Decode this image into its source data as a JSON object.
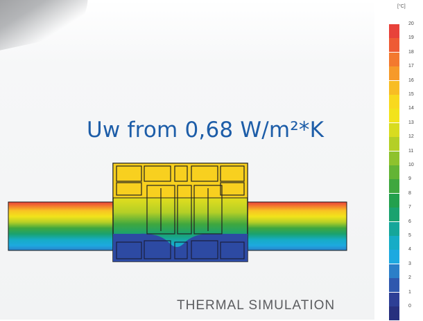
{
  "headline": "Uw from 0,68 W/m²*K",
  "caption": "THERMAL SIMULATION",
  "legend": {
    "unit": "[°C]",
    "entries": [
      {
        "label": "20",
        "color": "#e8423a"
      },
      {
        "label": "19",
        "color": "#ee5b34"
      },
      {
        "label": "18",
        "color": "#f3792f"
      },
      {
        "label": "17",
        "color": "#f69a2a"
      },
      {
        "label": "16",
        "color": "#f8bd24"
      },
      {
        "label": "15",
        "color": "#f8d91e"
      },
      {
        "label": "14",
        "color": "#f2e31b"
      },
      {
        "label": "13",
        "color": "#d8dc1f"
      },
      {
        "label": "12",
        "color": "#b4cf26"
      },
      {
        "label": "11",
        "color": "#8ec22d"
      },
      {
        "label": "10",
        "color": "#63b435"
      },
      {
        "label": "9",
        "color": "#3fa73f"
      },
      {
        "label": "8",
        "color": "#23a04d"
      },
      {
        "label": "7",
        "color": "#1aa26f"
      },
      {
        "label": "6",
        "color": "#15a69a"
      },
      {
        "label": "5",
        "color": "#16acc6"
      },
      {
        "label": "4",
        "color": "#1da9e0"
      },
      {
        "label": "3",
        "color": "#2b7fc8"
      },
      {
        "label": "2",
        "color": "#2f58ae"
      },
      {
        "label": "1",
        "color": "#2d3f96"
      },
      {
        "label": "0",
        "color": "#27307e"
      }
    ]
  }
}
